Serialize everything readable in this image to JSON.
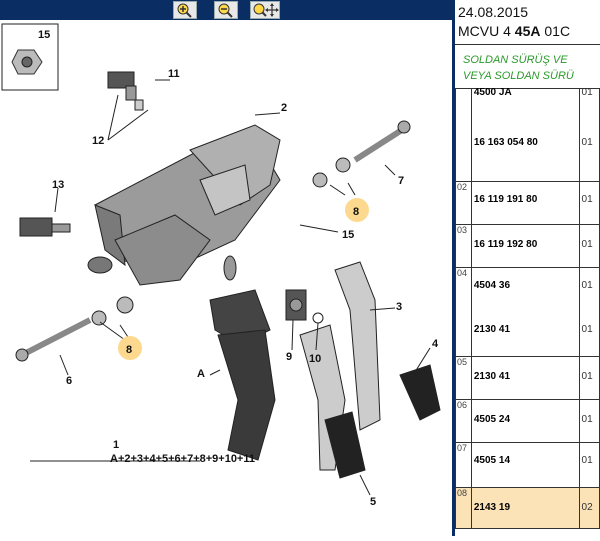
{
  "toolbar": {
    "buttons": [
      {
        "name": "zoom-in-icon"
      },
      {
        "name": "zoom-out-icon"
      },
      {
        "name": "zoom-pan-icon"
      }
    ]
  },
  "header": {
    "date": "24.08.2015",
    "code_prefix": "MCVU 4 ",
    "code_bold": "45A",
    "code_suffix": " 01C"
  },
  "notes": {
    "line1": "SOLDAN SÜRÜŞ VE",
    "line2": "VEYA SOLDAN SÜRÜ"
  },
  "diagram": {
    "inset_label": "15",
    "callouts": [
      "1",
      "2",
      "3",
      "4",
      "5",
      "6",
      "7",
      "8",
      "8",
      "9",
      "10",
      "11",
      "12",
      "13",
      "15",
      "A"
    ],
    "formula": "A+2+3+4+5+6+7+8+9+10+11"
  },
  "parts": [
    {
      "idx": "",
      "rows": [
        {
          "ref": "4500 JA",
          "qty": "01"
        },
        {
          "ref": "16 163 054 80",
          "qty": "01"
        }
      ]
    },
    {
      "idx": "02",
      "rows": [
        {
          "ref": "16 119 191 80",
          "qty": "01"
        }
      ]
    },
    {
      "idx": "03",
      "rows": [
        {
          "ref": "16 119 192 80",
          "qty": "01"
        }
      ]
    },
    {
      "idx": "04",
      "rows": [
        {
          "ref": "4504 36",
          "qty": "01"
        },
        {
          "ref": "2130 41",
          "qty": "01"
        }
      ]
    },
    {
      "idx": "05",
      "rows": [
        {
          "ref": "2130 41",
          "qty": "01"
        }
      ]
    },
    {
      "idx": "06",
      "rows": [
        {
          "ref": "4505 24",
          "qty": "01"
        }
      ]
    },
    {
      "idx": "07",
      "rows": [
        {
          "ref": "4505 14",
          "qty": "01"
        }
      ]
    },
    {
      "idx": "08",
      "rows": [
        {
          "ref": "2143 19",
          "qty": "02"
        }
      ]
    }
  ],
  "colors": {
    "nav": "#0a2d63",
    "highlight": "#fbe3b7",
    "badge": "#fcd98e",
    "note": "#2a9a2a"
  }
}
